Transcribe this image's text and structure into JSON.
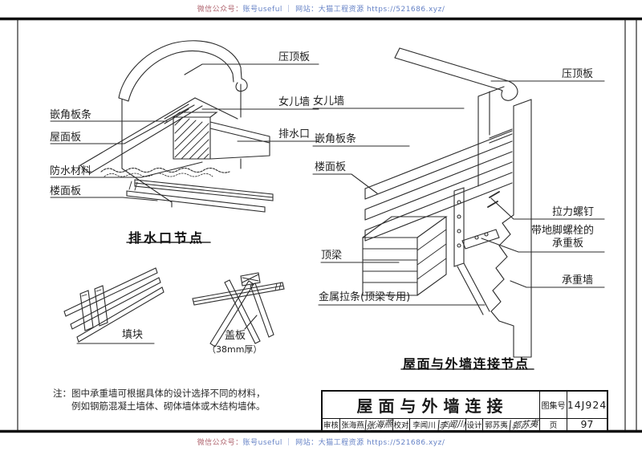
{
  "watermark": {
    "red_text": "微信公众号：",
    "blue_text": "账号useful ｜ 网站：大猫工程资源 https://521686.xyz/"
  },
  "left_detail": {
    "title": "排水口节点",
    "labels": {
      "coping": "压顶板",
      "parapet": "女儿墙",
      "drain": "排水口",
      "cant_strip": "嵌角板条",
      "roof_board": "屋面板",
      "waterproof": "防水材料",
      "floor_board": "楼面板"
    }
  },
  "right_detail": {
    "title": "屋面与外墙连接节点",
    "labels": {
      "coping": "压顶板",
      "parapet": "女儿墙",
      "cant_strip": "嵌角板条",
      "floor_board": "楼面板",
      "top_beam": "顶梁",
      "metal_tie": "金属拉条(顶梁专用)",
      "tension_screw": "拉力螺钉",
      "bearing_plate_line1": "带地脚螺栓的",
      "bearing_plate_line2": "承重板",
      "bearing_wall": "承重墙"
    }
  },
  "accessories": {
    "block": "填块",
    "cover_board": "盖板",
    "cover_board_note": "（38mm厚）"
  },
  "note": {
    "line1": "注：图中承重墙可根据具体的设计选择不同的材料，",
    "line2": "例如钢筋混凝土墙体、砌体墙体或木结构墙体。"
  },
  "title_block": {
    "sheet_title": "屋面与外墙连接",
    "atlas_label": "图集号",
    "atlas_number": "14J924",
    "page_label": "页",
    "page_number": "97",
    "reviewer_label": "审核",
    "reviewer_name": "张海燕",
    "reviewer_signature": "张海燕",
    "checker_label": "校对",
    "checker_name": "李闻川",
    "checker_signature": "李闻川",
    "designer_label": "设计",
    "designer_name": "郭苏夷",
    "designer_signature": "郭苏夷"
  }
}
